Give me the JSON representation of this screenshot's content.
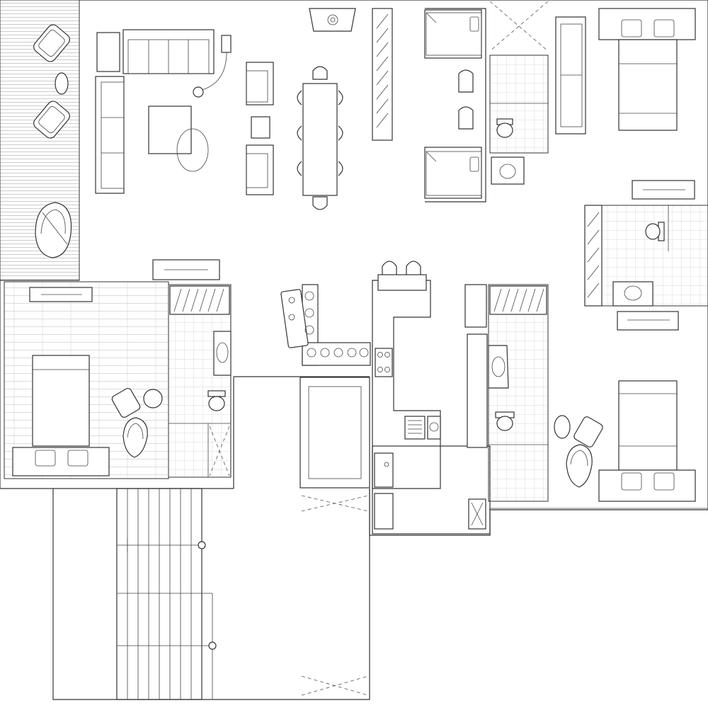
{
  "drawing": {
    "kind": "architectural-floor-plan",
    "rooms": [
      "terrace",
      "living-room",
      "dining-area",
      "bedroom-top-middle",
      "bathroom-top-middle",
      "bedroom-top-right",
      "bathroom-right",
      "bedroom-left",
      "bathroom-left",
      "kitchen",
      "utility-area",
      "bathroom-lower-middle",
      "bedroom-bottom-right",
      "staircase",
      "open-courtyard"
    ],
    "colors": {
      "line": "#333333",
      "tile_grid": "#cccccc",
      "deck_lines": "#999999",
      "background": "#ffffff"
    }
  }
}
